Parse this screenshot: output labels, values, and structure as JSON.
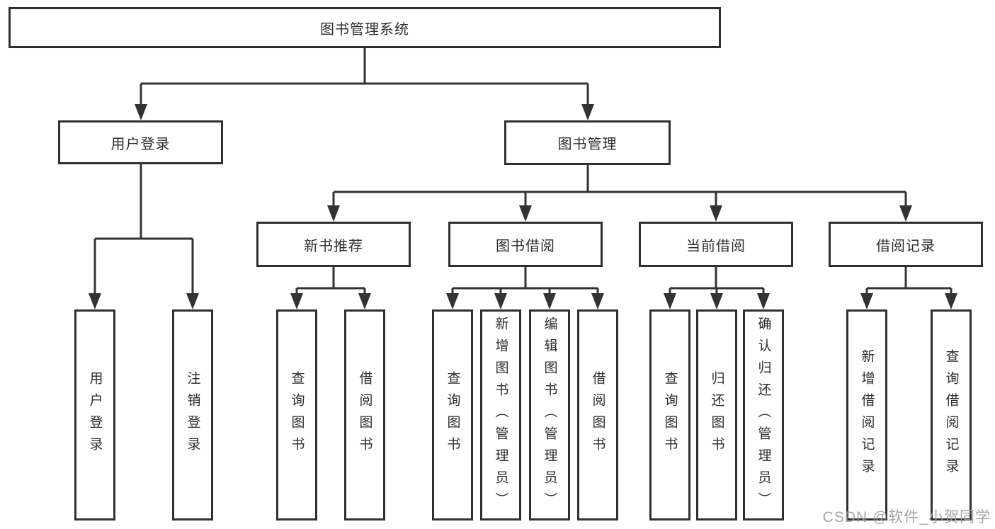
{
  "colors": {
    "line": "#333333",
    "box_border": "#2f3032",
    "text": "#2d2d2d",
    "watermark": "#9e9e9e",
    "background": "#ffffff"
  },
  "tree": {
    "root": "图书管理系统",
    "branches": [
      {
        "label": "用户登录",
        "children": [
          "用户登录",
          "注销登录"
        ]
      },
      {
        "label": "图书管理",
        "groups": [
          {
            "label": "新书推荐",
            "children": [
              "查询图书",
              "借阅图书"
            ]
          },
          {
            "label": "图书借阅",
            "children": [
              "查询图书",
              "新增图书（管理员）",
              "编辑图书（管理员）",
              "借阅图书"
            ]
          },
          {
            "label": "当前借阅",
            "children": [
              "查询图书",
              "归还图书",
              "确认归还（管理员）"
            ]
          },
          {
            "label": "借阅记录",
            "children": [
              "新增借阅记录",
              "查询借阅记录"
            ]
          }
        ]
      }
    ]
  },
  "watermark": "CSDN @软件_小贺同学"
}
